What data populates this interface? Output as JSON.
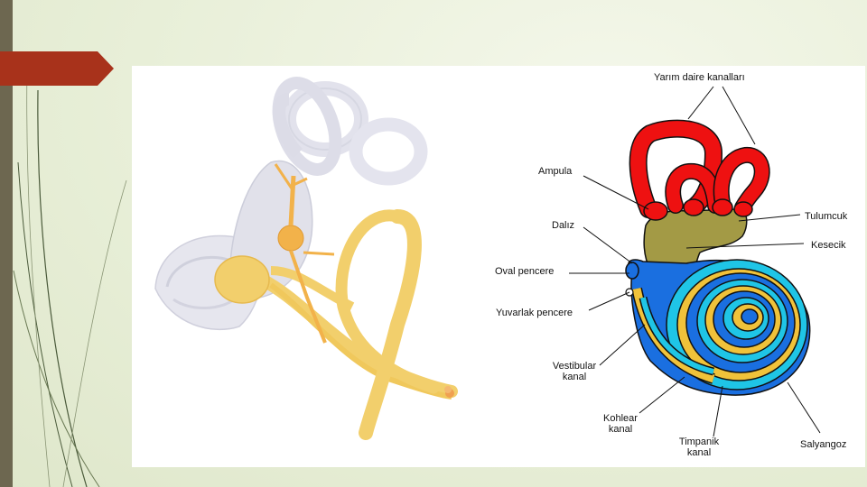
{
  "diagram": {
    "labels": {
      "semicircular_canals": "Yarım daire kanalları",
      "ampulla": "Ampula",
      "vestibule": "Dalız",
      "utricle": "Tulumcuk",
      "saccule": "Kesecik",
      "oval_window": "Oval pencere",
      "round_window": "Yuvarlak pencere",
      "vestibular_canal_1": "Vestibular",
      "vestibular_canal_2": "kanal",
      "cochlear_duct_1": "Kohlear",
      "cochlear_duct_2": "kanal",
      "tympanic_canal_1": "Timpanik",
      "tympanic_canal_2": "kanal",
      "cochlea": "Salyangoz"
    },
    "colors": {
      "canals": "#ee1111",
      "vestibule": "#a39a45",
      "vestibular_canal": "#1a6fe0",
      "tympanic_canal": "#1fc5e6",
      "cochlear_duct": "#f0c23a",
      "accent": "#a8321b",
      "model_bone": "#e3e3ec",
      "model_nerve": "#f2cf6c"
    }
  }
}
